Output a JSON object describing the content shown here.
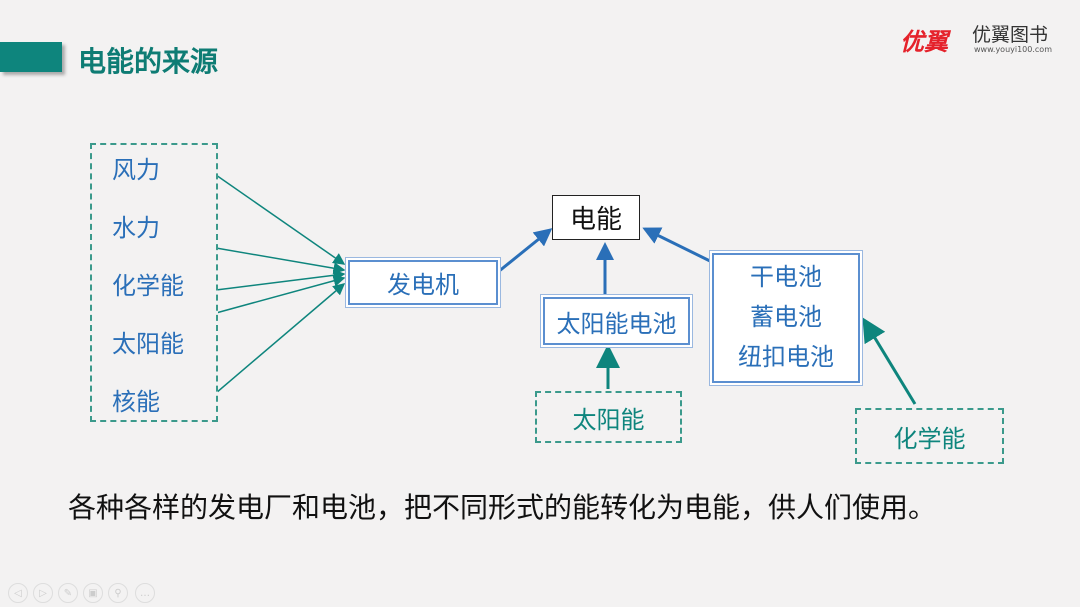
{
  "header": {
    "title": "电能的来源",
    "logo_text": "优翼",
    "brand": "优翼图书",
    "url": "www.youyi100.com"
  },
  "sources": [
    "风力",
    "水力",
    "化学能",
    "太阳能",
    "核能"
  ],
  "generator": "发电机",
  "electric": "电能",
  "solar_cell": "太阳能电池",
  "solar": "太阳能",
  "batteries": [
    "干电池",
    "蓄电池",
    "纽扣电池"
  ],
  "chemical": "化学能",
  "summary": "各种各样的发电厂和电池，把不同形式的能转化为电能，供人们使用。",
  "nav_icons": [
    "prev-icon",
    "next-icon",
    "pen-icon",
    "slides-icon",
    "zoom-icon",
    "more-icon"
  ]
}
